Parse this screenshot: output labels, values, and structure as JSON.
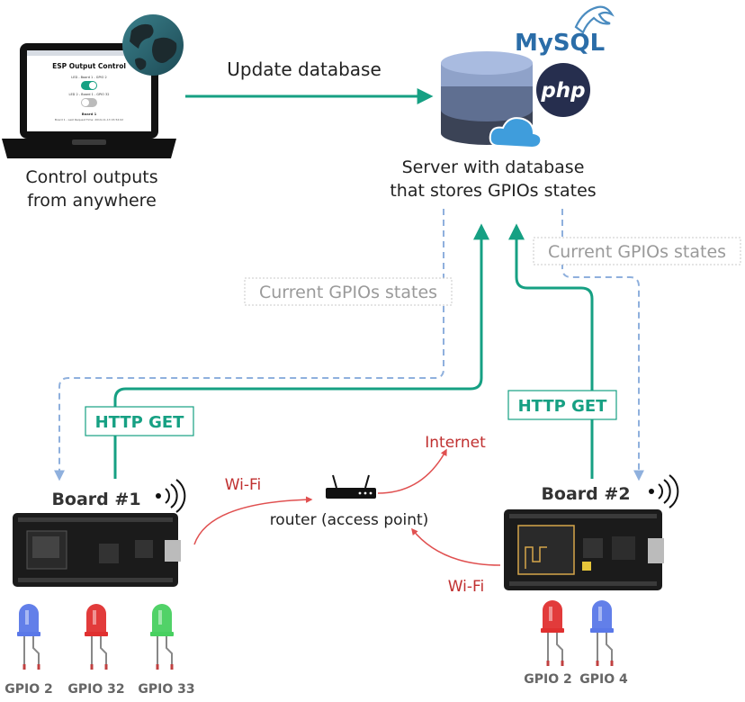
{
  "laptop_screen": {
    "title": "ESP Output Control",
    "line1": "LED - Board 1 - GPIO 2",
    "line2": "LED 2 - Board 1 - GPIO 32",
    "board_label": "Board 1",
    "footer": "Board 1 - Last Request Time: 2019-11-13 15:52:02"
  },
  "laptop_caption": {
    "line1": "Control outputs",
    "line2": "from anywhere"
  },
  "update_arrow_label": "Update database",
  "server": {
    "mysql_logo": "MySQL",
    "php_logo": "php",
    "caption_line1": "Server with database",
    "caption_line2": "that stores GPIOs states"
  },
  "current_states_left": "Current GPIOs states",
  "current_states_right": "Current GPIOs states",
  "http_get_left": "HTTP GET",
  "http_get_right": "HTTP GET",
  "router_label": "router (access point)",
  "internet_label": "Internet",
  "wifi_left": "Wi-Fi",
  "wifi_right": "Wi-Fi",
  "board1": {
    "label": "Board #1",
    "gpios": [
      "GPIO 2",
      "GPIO 32",
      "GPIO 33"
    ],
    "led_colors": [
      "#5a78e8",
      "#e03030",
      "#48d060"
    ]
  },
  "board2": {
    "label": "Board #2",
    "gpios": [
      "GPIO 2",
      "GPIO 4"
    ],
    "led_colors": [
      "#e03030",
      "#5a78e8"
    ]
  },
  "colors": {
    "teal": "#16a083",
    "dashed_blue": "#8fb0dd",
    "wifi_red": "#e05050",
    "gray_text": "#9a9a9a",
    "label_dark": "#333333"
  },
  "icons": [
    "globe-icon",
    "cloud-icon",
    "wifi-signal-icon",
    "router-icon",
    "database-icon"
  ]
}
